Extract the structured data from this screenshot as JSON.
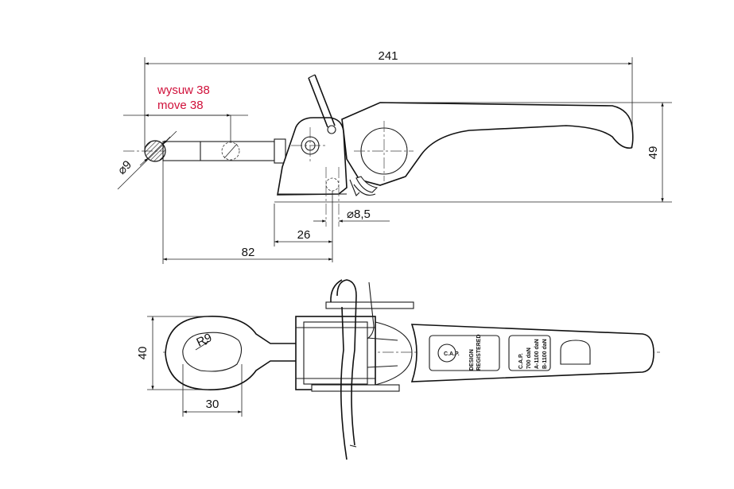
{
  "dimensions": {
    "overall_length": "241",
    "height": "49",
    "pin_diameter": "⌀9",
    "hole_diameter": "⌀8,5",
    "hole_offset": "26",
    "pin_to_hole": "82",
    "width": "40",
    "eye_length": "30",
    "eye_radius": "R9"
  },
  "travel": {
    "pl": "wysuw 38",
    "en": "move 38"
  },
  "handle_labels": {
    "design": "DESIGN",
    "registered": "REGISTERED",
    "cap": "C.A.P.",
    "rating_1": "700 daN",
    "rating_2": "A-1100 daN",
    "rating_3": "B-1100 daN"
  }
}
